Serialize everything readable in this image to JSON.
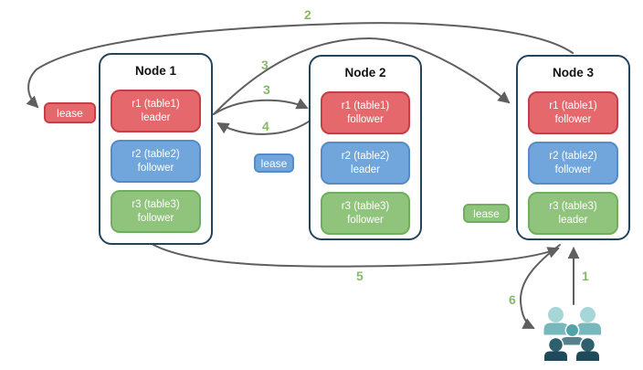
{
  "nodes": [
    {
      "title": "Node 1",
      "replicas": [
        {
          "name": "r1 (table1)",
          "role": "leader"
        },
        {
          "name": "r2 (table2)",
          "role": "follower"
        },
        {
          "name": "r3 (table3)",
          "role": "follower"
        }
      ]
    },
    {
      "title": "Node 2",
      "replicas": [
        {
          "name": "r1 (table1)",
          "role": "follower"
        },
        {
          "name": "r2 (table2)",
          "role": "leader"
        },
        {
          "name": "r3 (table3)",
          "role": "follower"
        }
      ]
    },
    {
      "title": "Node 3",
      "replicas": [
        {
          "name": "r1 (table1)",
          "role": "follower"
        },
        {
          "name": "r2 (table2)",
          "role": "follower"
        },
        {
          "name": "r3 (table3)",
          "role": "leader"
        }
      ]
    }
  ],
  "leases": {
    "red": "lease",
    "blue": "lease",
    "green": "lease"
  },
  "arrow_labels": {
    "step1": "1",
    "step2": "2",
    "step3_long": "3",
    "step3_short": "3",
    "step4": "4",
    "step5": "5",
    "step6": "6"
  },
  "icons": {
    "users": "users-group-icon"
  },
  "colors": {
    "red_fill": "#E5696C",
    "red_stroke": "#C63F46",
    "blue_fill": "#70A6DC",
    "blue_stroke": "#568BC9",
    "green_fill": "#90C47D",
    "green_stroke": "#6FAE5D",
    "node_border": "#23445D",
    "arrow": "#5F5F5F",
    "label_green": "#85BB65",
    "users_light": "#A7D6D9",
    "users_medium": "#77B8BD",
    "users_teal_head": "#4FA3A9",
    "users_slate": "#55808C",
    "users_dark_head": "#2E5F6D",
    "users_dark_body": "#1F4A5A"
  }
}
